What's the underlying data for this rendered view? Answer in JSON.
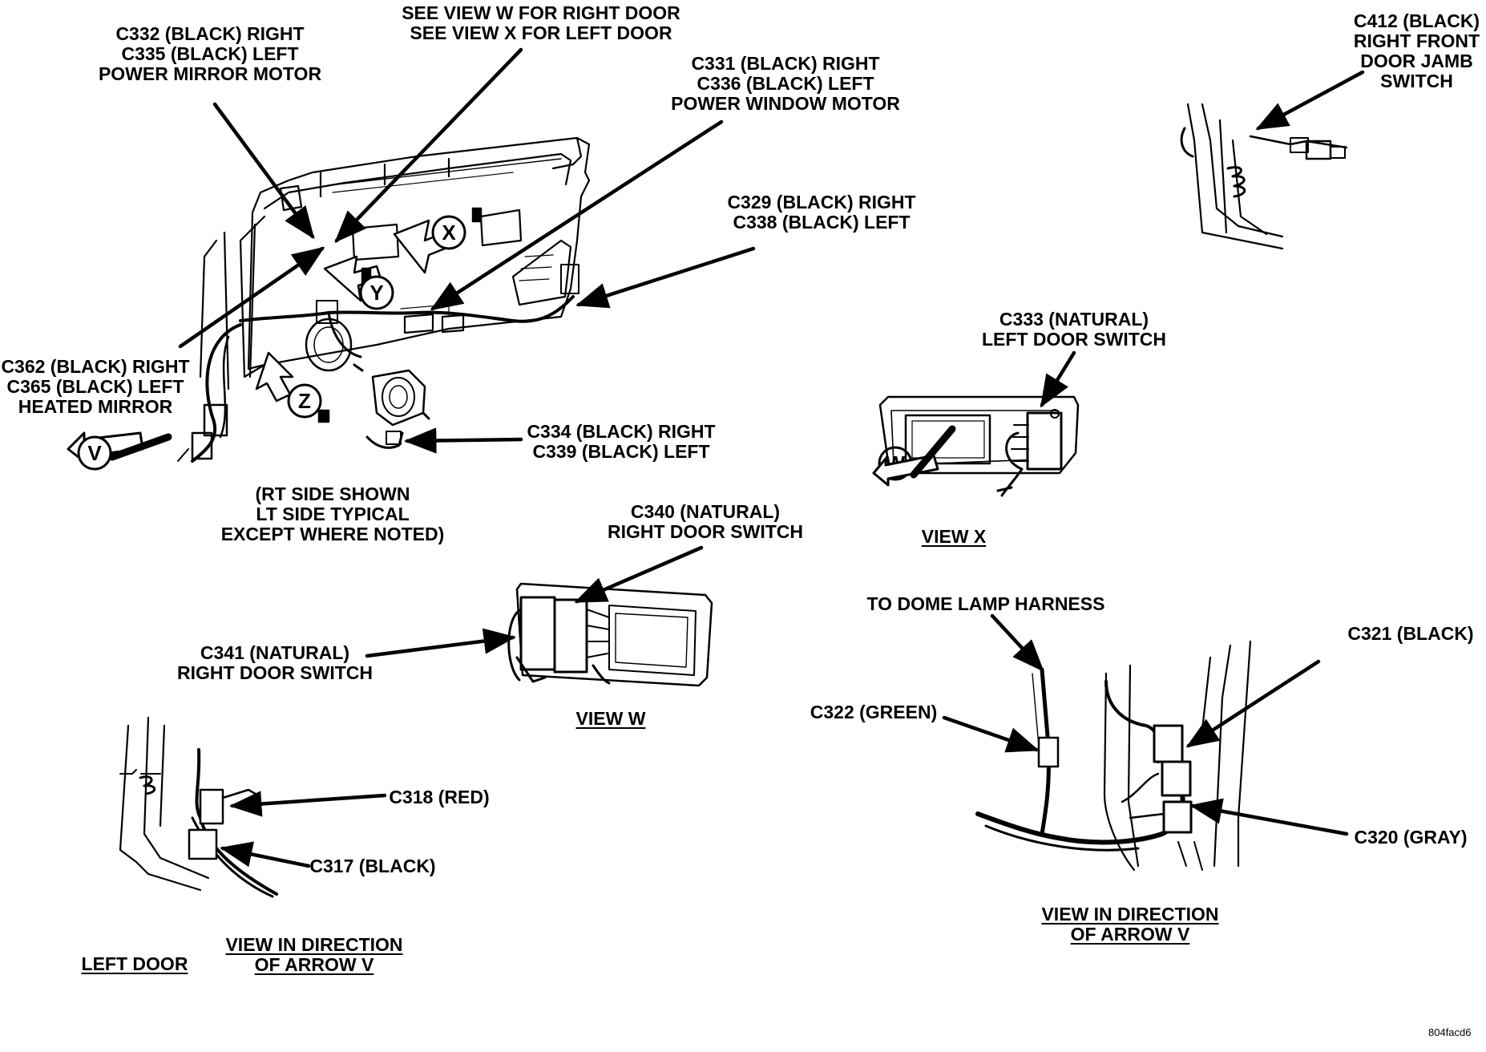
{
  "callouts": {
    "c332": [
      "C332 (BLACK) RIGHT",
      "C335 (BLACK) LEFT",
      "POWER MIRROR MOTOR"
    ],
    "see_view": [
      "SEE VIEW W FOR RIGHT DOOR",
      "SEE VIEW X FOR LEFT DOOR"
    ],
    "c331": [
      "C331 (BLACK) RIGHT",
      "C336 (BLACK) LEFT",
      "POWER WINDOW MOTOR"
    ],
    "c412": [
      "C412 (BLACK)",
      "RIGHT FRONT",
      "DOOR JAMB",
      "SWITCH"
    ],
    "c329": [
      "C329 (BLACK) RIGHT",
      "C338 (BLACK) LEFT"
    ],
    "c333": [
      "C333 (NATURAL)",
      "LEFT DOOR SWITCH"
    ],
    "c362": [
      "C362 (BLACK) RIGHT",
      "C365 (BLACK) LEFT",
      "HEATED MIRROR"
    ],
    "c334": [
      "C334 (BLACK) RIGHT",
      "C339 (BLACK) LEFT"
    ],
    "rt_side": [
      "(RT SIDE SHOWN",
      "LT SIDE TYPICAL",
      "EXCEPT WHERE NOTED)"
    ],
    "c340": [
      "C340 (NATURAL)",
      "RIGHT DOOR SWITCH"
    ],
    "c341": [
      "C341 (NATURAL)",
      "RIGHT DOOR SWITCH"
    ],
    "dome_lamp": "TO DOME LAMP HARNESS",
    "c321": "C321 (BLACK)",
    "c322": "C322 (GREEN)",
    "c320": "C320 (GRAY)",
    "c318": "C318 (RED)",
    "c317": "C317 (BLACK)"
  },
  "view_titles": {
    "view_x": "VIEW X",
    "view_w": "VIEW W",
    "view_v_right": [
      "VIEW IN DIRECTION",
      "OF ARROW V"
    ],
    "view_v_left": [
      "VIEW IN DIRECTION",
      "OF ARROW V"
    ],
    "left_door": "LEFT DOOR"
  },
  "arrow_letters": {
    "v": "V",
    "w": "W",
    "x": "X",
    "y": "Y",
    "z": "Z"
  },
  "figure_code": "804facd6"
}
